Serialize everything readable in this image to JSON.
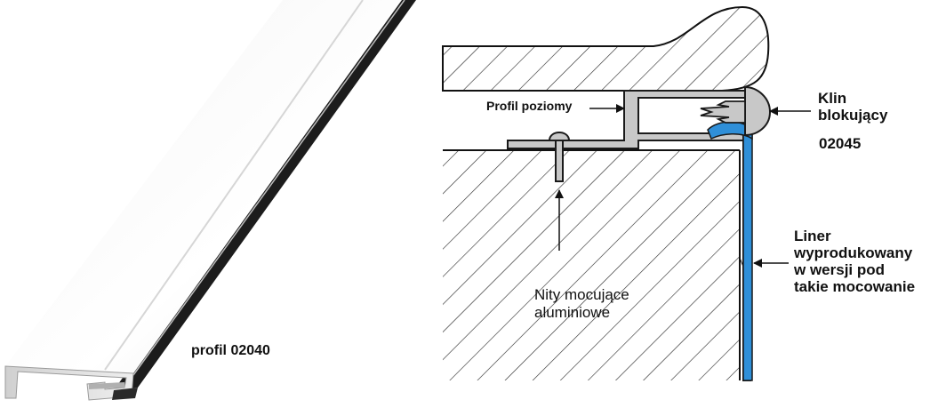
{
  "product_label": "profil 02040",
  "callouts": {
    "horizontal_profile": "Profil poziomy",
    "locking_wedge": [
      "Klin",
      "blokujący"
    ],
    "locking_wedge_code": "02045",
    "liner": [
      "Liner",
      "wyprodukowany",
      "w wersji pod",
      "takie mocowanie"
    ],
    "rivets": [
      "Nity mocujące",
      "aluminiowe"
    ]
  },
  "colors": {
    "liner_blue": "#2f8fd8",
    "profile_gray": "#c8c8c8",
    "outline": "#1a1a1a"
  }
}
